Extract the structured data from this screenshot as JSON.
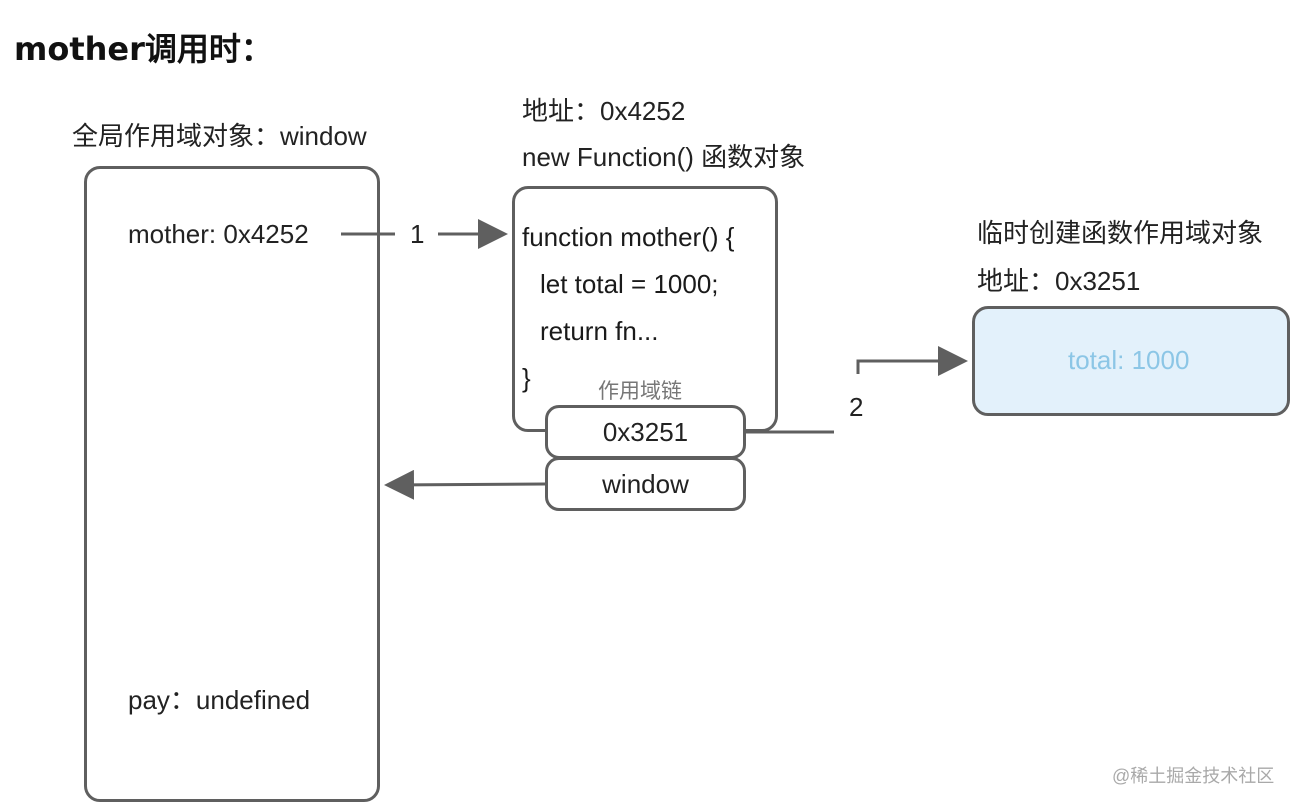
{
  "title": "mother调用时：",
  "global_scope": {
    "heading": "全局作用域对象：window",
    "mother_entry": "mother: 0x4252",
    "pay_entry": "pay：undefined"
  },
  "function_object": {
    "address": "地址：0x4252",
    "kind": "new Function() 函数对象",
    "code_lines": [
      "function mother() {",
      "  let total = 1000;",
      "  return fn...",
      "}"
    ],
    "scope_chain_label": "作用域链",
    "scope_chain": [
      "0x3251",
      "window"
    ]
  },
  "temp_scope": {
    "heading": "临时创建函数作用域对象",
    "address": "地址：0x3251",
    "content": "total: 1000"
  },
  "arrow_labels": {
    "first": "1",
    "second": "2"
  },
  "watermark": "@稀土掘金技术社区",
  "colors": {
    "stroke": "#5f5f5f",
    "scope_fill": "#e3f1fb",
    "scope_text": "#8cc6e6"
  }
}
